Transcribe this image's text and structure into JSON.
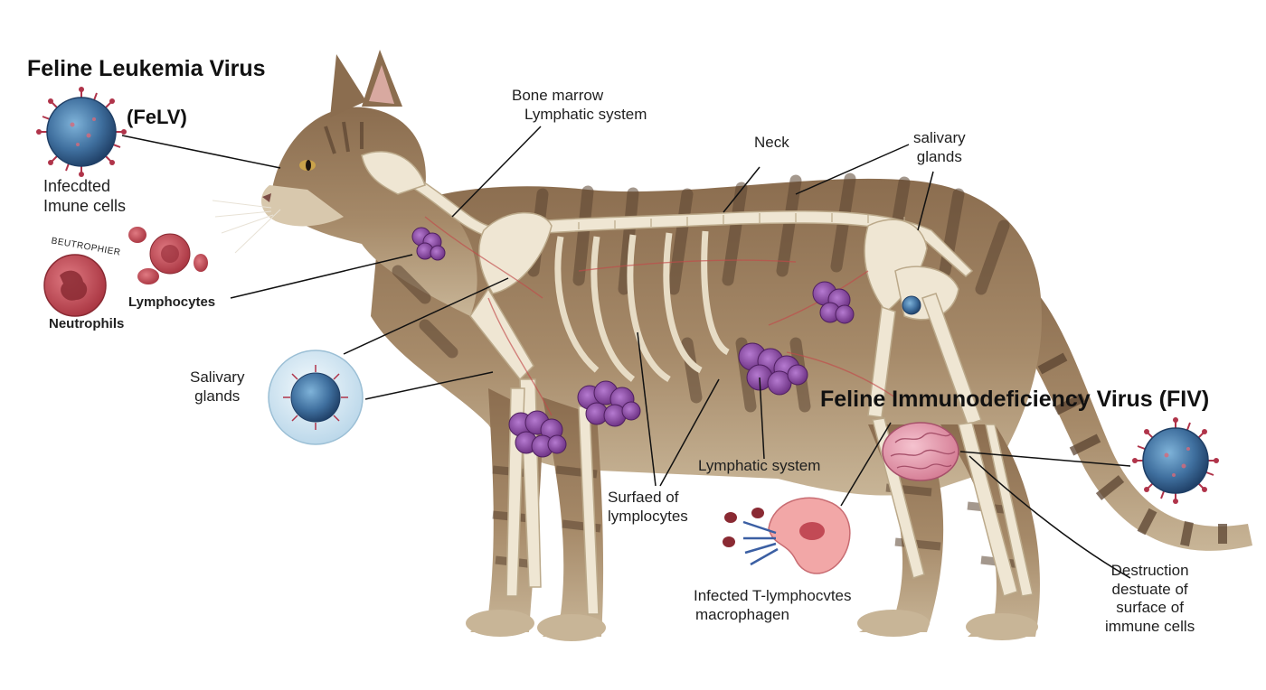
{
  "felv": {
    "title": "Feline Leukemia Virus",
    "abbr": "(FeLV)",
    "infected_cells": [
      "Infecdted",
      "Imune cells"
    ],
    "neutrophil_arc": "BEUTROPHIER",
    "neutrophils": "Neutrophils",
    "lymphocytes": "Lymphocytes"
  },
  "fiv": {
    "title": "Feline Immunodeficiency Virus (FIV)",
    "destruction": [
      "Destruction",
      "destuate of",
      "surface of",
      "immune cells"
    ]
  },
  "labels": {
    "bone_marrow": [
      "Bone marrow",
      "Lymphatic system"
    ],
    "neck": "Neck",
    "salivary_right": [
      "salivary",
      "glands"
    ],
    "salivary_left": [
      "Salivary",
      "glands"
    ],
    "lymphatic_system": "Lymphatic system",
    "surfaed": [
      "Surfaed of",
      "lymplocytes"
    ],
    "infected_t": [
      "Infected T-lymphocvtes",
      "macrophagen"
    ]
  },
  "colors": {
    "virus_body": "#3f6f9e",
    "virus_spike": "#b0344a",
    "node": "#8a4a9c",
    "rbc": "#c4484f",
    "bone": "#efe6d3",
    "fur": "#9c7f5e",
    "stripe": "#5b4431"
  },
  "icons": [
    "felv-virus-icon",
    "fiv-virus-icon",
    "salivary-virus-icon",
    "neutrophil-cell-icon",
    "lymphocyte-cell-icon",
    "brain-icon",
    "macrophage-icon"
  ]
}
